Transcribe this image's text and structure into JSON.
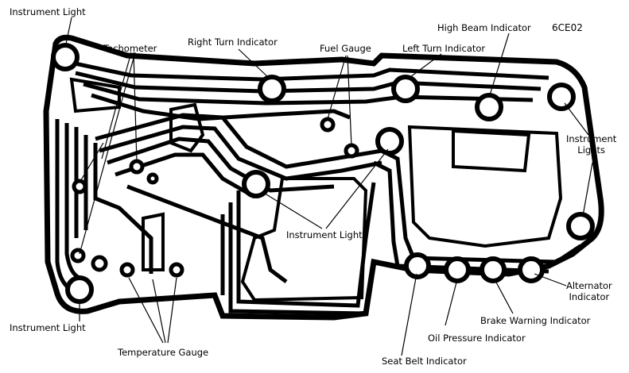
{
  "figure_code": "6CE02",
  "labels": {
    "instrument_light_top": "Instrument Light",
    "tachometer": "Tachometer",
    "right_turn_indicator": "Right Turn Indicator",
    "fuel_gauge": "Fuel Gauge",
    "left_turn_indicator": "Left Turn Indicator",
    "high_beam_indicator": "High Beam Indicator",
    "instrument_lights_right": "Instrument\nLights",
    "instrument_lights_center": "Instrument Lights",
    "instrument_light_bottom": "Instrument Light",
    "temperature_gauge": "Temperature Gauge",
    "seat_belt_indicator": "Seat Belt Indicator",
    "oil_pressure_indicator": "Oil Pressure Indicator",
    "brake_warning_indicator": "Brake Warning Indicator",
    "alternator_indicator": "Alternator\nIndicator"
  }
}
